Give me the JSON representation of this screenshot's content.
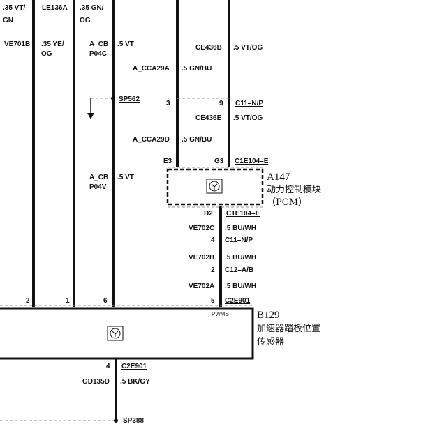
{
  "wires": {
    "w1": {
      "top_code": ".35 VT/",
      "top_color": "GN",
      "mid_code": "VE701B",
      "pin": "2"
    },
    "w2": {
      "top_code": "LE136A",
      "mid_code": ".35 YE/",
      "mid_color": "OG",
      "pin": "1"
    },
    "w3": {
      "top_code": ".35 GN/",
      "top_color": "OG",
      "mid1_code_a": "A_CB",
      "mid1_code_b": "P04C",
      "mid1_size": ".5 VT",
      "splice": "SP562",
      "mid2_code_a": "A_CB",
      "mid2_code_b": "P04V",
      "mid2_size": ".5 VT",
      "pin": "6"
    },
    "w4": {
      "code1": "A_CCA29A",
      "size1": ".5 GN/BU",
      "pin": "3",
      "code2": "A_CCA29D",
      "size2": ".5 GN/BU",
      "pin_e": "E3"
    },
    "w5": {
      "code1": "CE436B",
      "size1": ".5 VT/OG",
      "pin": "9",
      "connector": "C11–N/P",
      "code2": "CE436E",
      "size2": ".5 VT/OG",
      "pin_g": "G3",
      "connector2": "C1E104–E"
    }
  },
  "module_a147": {
    "ref": "A147",
    "name_line1": "动力控制模块",
    "name_line2": "（PCM）"
  },
  "pcm_out": {
    "pin": "D2",
    "connector": "C1E104–E",
    "seg1_code": "VE702C",
    "seg1_size": ".5 BU/WH",
    "pin2": "4",
    "connector2": "C11–N/P",
    "seg2_code": "VE702B",
    "seg2_size": ".5 BU/WH",
    "pin3": "2",
    "connector3": "C12–A/B",
    "seg3_code": "VE702A",
    "seg3_size": ".5 BU/WH",
    "pin4": "5",
    "connector4": "C2E901",
    "pwms": "PWMS"
  },
  "sensor_b129": {
    "ref": "B129",
    "name_line1": "加速器踏板位置",
    "name_line2": "传感器"
  },
  "bottom": {
    "pin": "4",
    "connector": "C2E901",
    "code": "GD135D",
    "size": ".5 BK/GY",
    "splice": "SP388"
  }
}
